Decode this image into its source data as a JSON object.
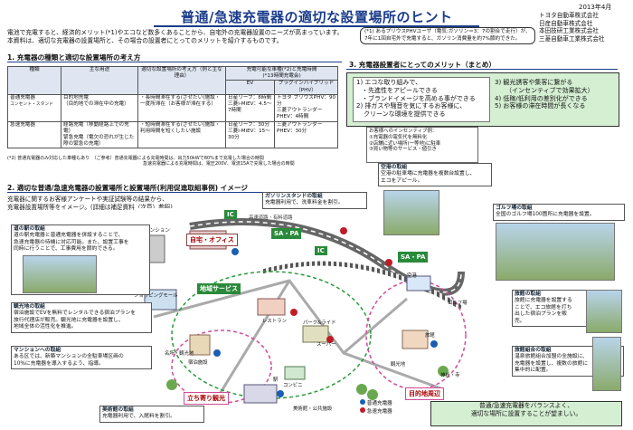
{
  "header": {
    "date": "2013年4月",
    "title": "普通/急速充電器の適切な設置場所のヒント",
    "companies": [
      "トヨタ自動車株式会社",
      "日産自動車株式会社",
      "本田技研工業株式会社",
      "三菱自動車工業株式会社"
    ]
  },
  "intro": [
    "電池で充電すると、経済的メリット(*1)やエコなど数多くあることから、自宅外の充電器設置のニーズが高まっています。",
    "本資料は、適切な充電器の設置場所と、その場合の設置者にとってのメリットを紹介するものです。"
  ],
  "note1": [
    "(*1) あるプリウスPHVユーザ（電気:ガソリン＝3：7の割合で走行）が、",
    "7年に1回自宅外で充電すると、ガソリン消費量を約7%節約できた。"
  ],
  "section1": {
    "heading": "1. 充電器の種類と適切な設置場所の考え方",
    "headers": {
      "type": "種類",
      "purpose": "主な用途",
      "place": "適切な設置場所の考え方（例と主な理由）",
      "range": "充電可能な車種(*2)と充電時間",
      "range_sub": "(*13時間充電会)",
      "ev": "EV",
      "phev": "プラグインハイブリッド（PHV）"
    },
    "rows": [
      {
        "type": "普通充電器",
        "type_sub": "コンセント・スタンド",
        "purpose": "目的地充電",
        "purpose_sub": "（目的地での滞在中の充電）",
        "place": "・長時間滞在する(させたい)施設・一度所滞在（お客様が滞在する）",
        "ev": "日産リーフ：8時間",
        "ev2": "三菱i-MiEV：4.5〜7時間",
        "phev": "トヨタ プリウスPHV：90分",
        "phev2": "三菱アウトランダーPHEV：4時間"
      },
      {
        "type": "急速充電器",
        "type_sub": "",
        "purpose": "経路充電（移動経路上での充電）",
        "purpose_sub": "緊急充電（電欠の恐れが生じた際の緊急の充電）",
        "place": "・短時間滞在する(させたい)施設・利用時間を短くしたい施設",
        "ev": "日産リーフ：30分",
        "ev2": "三菱i-MiEV：15〜30分",
        "phev": "三菱アウトランダーPHEV：30分",
        "phev2": ""
      }
    ],
    "footnotes": [
      "(*2) 普通充電器のみ対応した車種もあり　（ご参考）普通充電器による充電時間は、出力50kWで80%まで充電した場合の時間",
      "急速充電器による充電時間は、電圧200V、電流15Aで充電した場合の時間"
    ]
  },
  "section2": {
    "heading": "2. 適切な普通/急速充電器の設置場所と設置場所(利用促進取組事例) イメージ",
    "intro": [
      "充電器に関するお客様アンケートや実証試験等の結果から、",
      "充電器設置場所等をイメージ。(詳細は補足資料（次頁）参照)"
    ],
    "boxes": {
      "michi": {
        "title": "道の駅の取組",
        "body": [
          "道の駅充電器と普通充電器を併設することで、",
          "急速充電器の待機に対応可能。また、設置工事を",
          "同時に行うことで、工事費用を節約できる。"
        ]
      },
      "gas": {
        "title": "ガソリンスタンドの取組",
        "body": [
          "充電器利用で、洗車料金を割引。"
        ]
      },
      "kanko": {
        "title": "観光地の取組",
        "body": [
          "宿泊施設でEVを無料でレンタルできる宿泊プランを",
          "旅行代理店が販売。観光地に充電器を設置し、",
          "地域全体の活性化を推進。"
        ]
      },
      "manshon": {
        "title": "マンションへの取組",
        "body": [
          "ある区では、新築マンションの全駐車場区画の",
          "10%に充電器を導入するよう、指導。"
        ]
      },
      "bijutsu": {
        "title": "美術館の取組",
        "body": [
          "充電器利用で、入館料を割引。"
        ]
      },
      "kuko": {
        "title": "空港の取組",
        "body": [
          "空港の駐車場に充電器を複数台設置し、",
          "エコをアピール。"
        ]
      },
      "golf": {
        "title": "ゴルフ場の取組",
        "body": [
          "全国のゴルフ場100箇所に充電器を設置。"
        ]
      },
      "ryokan": {
        "title": "旅館の取組",
        "body": [
          "旅館に充電器を設置する",
          "ことで、エコ旅館を打ち",
          "出した宿泊プランを販",
          "売。"
        ]
      },
      "ryokan2": {
        "title": "旅館組合の取組",
        "body": [
          "温泉旅館組合加盟の全施設に、",
          "充電器を設置し、複数の旅館に",
          "集中的に配置。"
        ]
      }
    },
    "map_labels": {
      "ic1": "IC",
      "ic2": "IC",
      "sapa1": "SA・PA",
      "sapa2": "SA・PA",
      "expressway": "高速道路・有料道路",
      "home": "自宅・オフィス",
      "mansion": "マンション",
      "region": "地域サービス",
      "shopping": "ショッピングモール",
      "restaurant": "レストラン",
      "park": "パーク&ライド",
      "super": "スーパー",
      "conveni": "コンビニ",
      "meisho": "名所・観光地",
      "hotel": "宿泊施設",
      "station": "駅",
      "museum": "美術館・公共施設",
      "tachiyori": "立ち寄り観光",
      "mokuteki": "目的地周辺",
      "airport": "空港",
      "golf": "ゴルフ場",
      "ryokan": "旅館",
      "kankou": "観光地",
      "temple": "神社・寺",
      "legend_normal": "普通充電器",
      "legend_quick": "急速充電器"
    }
  },
  "section3": {
    "heading": "3. 充電器設置者にとってのメリット（まとめ）",
    "left": [
      "1) エコな取り組みで、",
      "・先進性をアピールできる",
      "・ブランドイメージを高める事ができる",
      "2) 排ガスや騒音を気にするお客様に、",
      "クリーンな環境を提供できる"
    ],
    "right": [
      "3) 観光誘客や集客に繋がる",
      "（インセンティブで効果拡大）",
      "4) 低稼/低利用の差別化ができる",
      "5) お客様の滞在時間が長くなる"
    ],
    "incentive": [
      "お客様へのインセンティブ例：",
      "①充電器の電気代を無料化",
      "②店舗に近い場所(一等地)に駐車",
      "③買い物等のサービス・値引き"
    ]
  },
  "conclusion": [
    "普通/急速充電器をバランスよく、",
    "適切な場所に設置することが望ましい。"
  ]
}
